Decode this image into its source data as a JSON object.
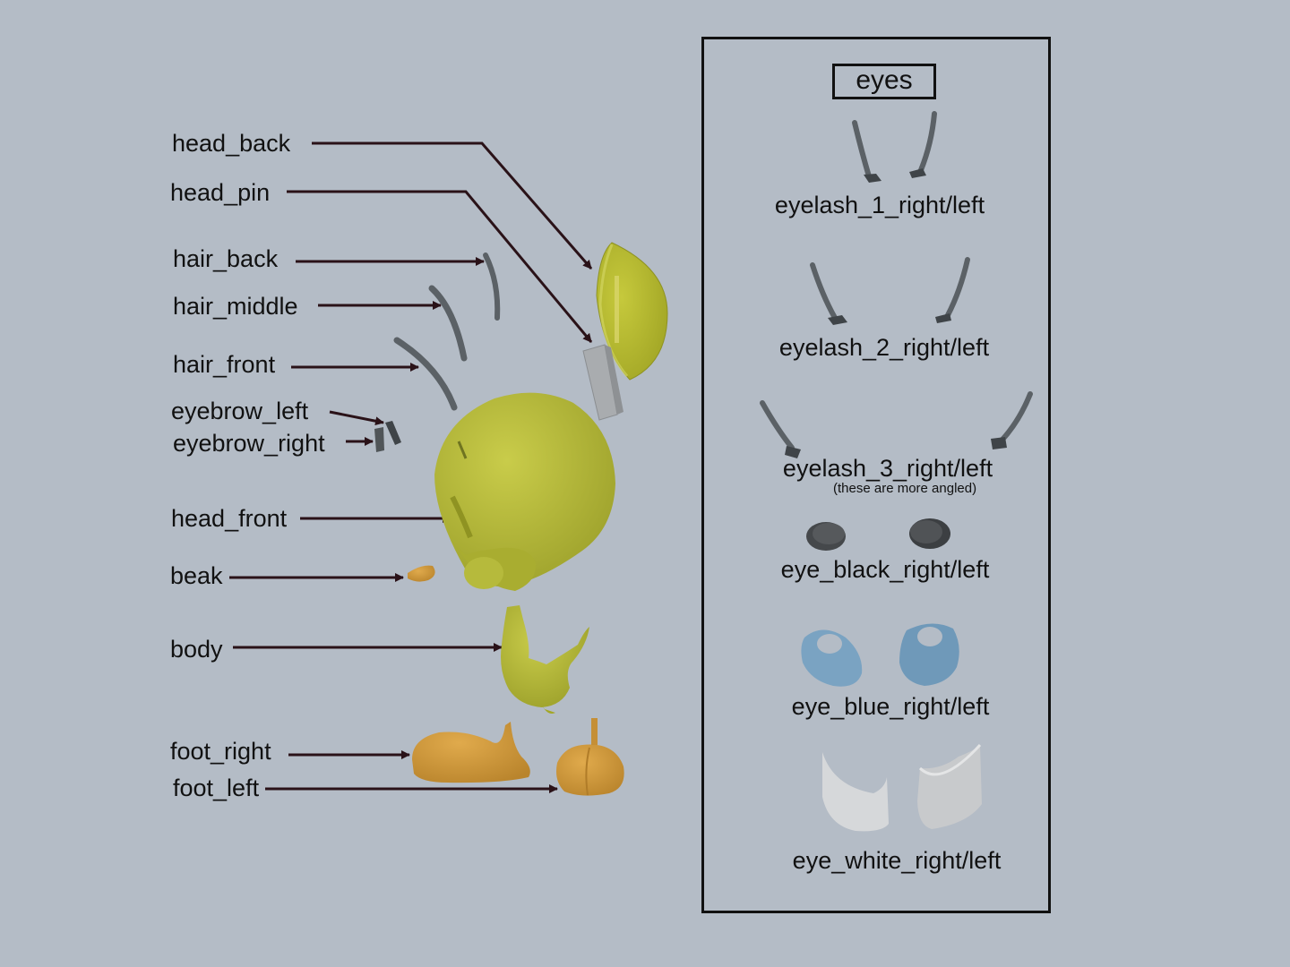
{
  "part_labels": {
    "head_back": "head_back",
    "head_pin": "head_pin",
    "hair_back": "hair_back",
    "hair_middle": "hair_middle",
    "hair_front": "hair_front",
    "eyebrow_left": "eyebrow_left",
    "eyebrow_right": "eyebrow_right",
    "head_front": "head_front",
    "beak": "beak",
    "body": "body",
    "foot_right": "foot_right",
    "foot_left": "foot_left"
  },
  "eyes_panel": {
    "title": "eyes",
    "eyelash_1": "eyelash_1_right/left",
    "eyelash_2": "eyelash_2_right/left",
    "eyelash_3": "eyelash_3_right/left",
    "eyelash_3_note": "(these are more angled)",
    "eye_black": "eye_black_right/left",
    "eye_blue": "eye_blue_right/left",
    "eye_white": "eye_white_right/left"
  },
  "colors": {
    "background": "#b4bcc6",
    "head_yellow": "#b5b83a",
    "beak_orange": "#d09a3c",
    "eyelash_gray": "#5b6166",
    "eye_black": "#4a4d50",
    "eye_blue": "#7aa3c2",
    "eye_white": "#d6d8da",
    "pin_gray": "#a7aaad",
    "arrow": "#2a1218"
  }
}
